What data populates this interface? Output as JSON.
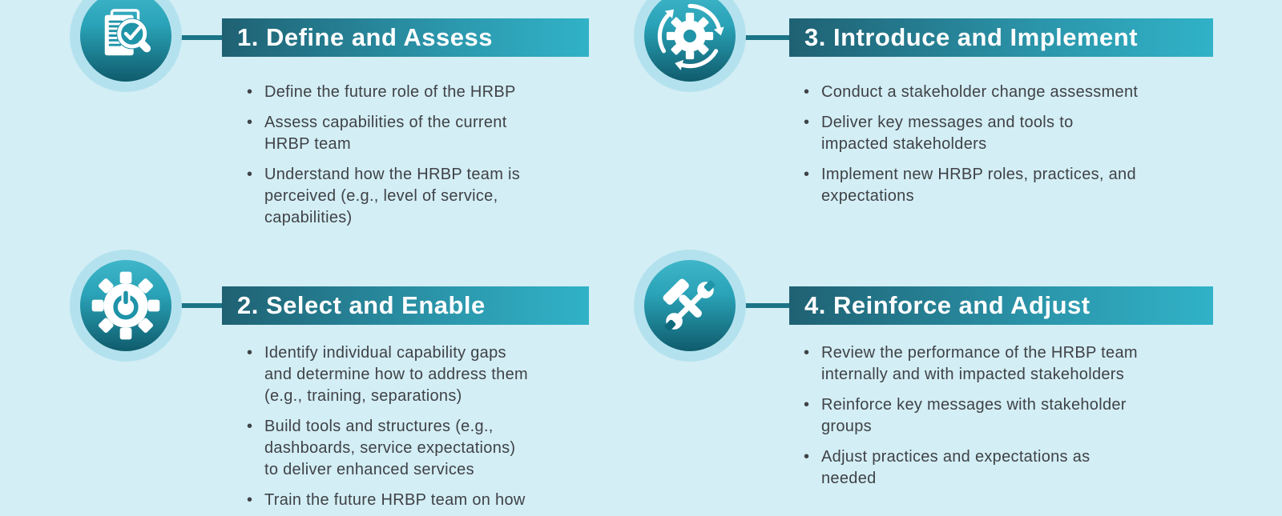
{
  "palette": {
    "background": "#d3eef5",
    "halo": "#b3e2ee",
    "circle_gradient_top": "#3fb6c9",
    "circle_gradient_bottom": "#0f5c6c",
    "banner_gradient_start": "#1f6173",
    "banner_gradient_end": "#31b2c7",
    "connector": "#1b7486",
    "title_text": "#ffffff",
    "bullet_text": "#3f4246",
    "icon_accent": "#1f93a8"
  },
  "bullet_glyph": "•",
  "sections": [
    {
      "title": "1. Define and Assess",
      "icon": "document-check-search-icon",
      "bullets": [
        "Define the future role of the HRBP",
        "Assess capabilities of the current\nHRBP team",
        "Understand how the HRBP team is\nperceived (e.g., level of service,\ncapabilities)"
      ]
    },
    {
      "title": "2. Select and Enable",
      "icon": "power-gear-icon",
      "bullets": [
        "Identify individual capability gaps\nand determine how to address them\n(e.g., training, separations)",
        "Build tools and structures (e.g.,\ndashboards, service expectations)\nto deliver enhanced services",
        "Train the future HRBP team on how"
      ]
    },
    {
      "title": "3. Introduce and Implement",
      "icon": "process-cycle-gear-icon",
      "bullets": [
        "Conduct a stakeholder change assessment",
        "Deliver key messages and tools to\nimpacted stakeholders",
        "Implement new HRBP roles, practices, and\nexpectations"
      ]
    },
    {
      "title": "4. Reinforce and Adjust",
      "icon": "hammer-wrench-icon",
      "bullets": [
        "Review the performance of the HRBP team\ninternally and with impacted stakeholders",
        "Reinforce key messages with stakeholder\ngroups",
        "Adjust practices and expectations as\nneeded"
      ]
    }
  ]
}
